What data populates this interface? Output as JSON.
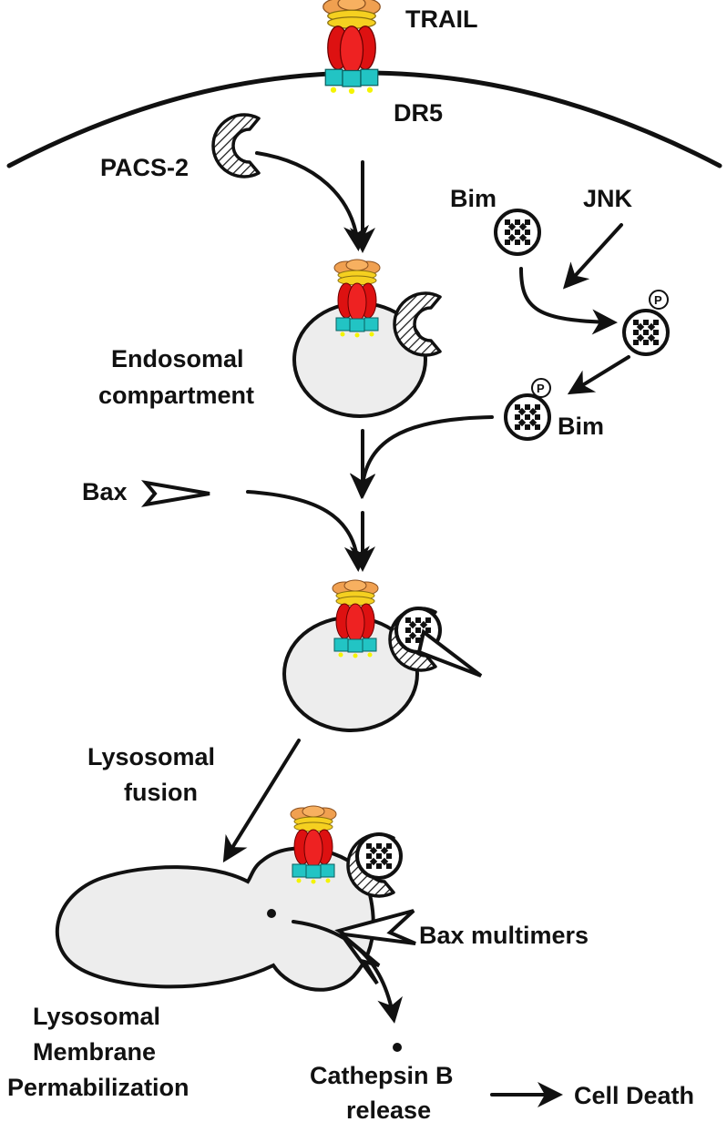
{
  "labels": {
    "trail": "TRAIL",
    "dr5": "DR5",
    "pacs2": "PACS-2",
    "bim_top": "Bim",
    "jnk": "JNK",
    "endosomal_line1": "Endosomal",
    "endosomal_line2": "compartment",
    "bim_phospho": "Bim",
    "bax": "Bax",
    "lysosomal_fusion_line1": "Lysosomal",
    "lysosomal_fusion_line2": "fusion",
    "bax_multimers": "Bax multimers",
    "lmp_line1": "Lysosomal",
    "lmp_line2": "Membrane",
    "lmp_line3": "Permabilization",
    "cathepsin_line1": "Cathepsin B",
    "cathepsin_line2": "release",
    "cell_death": "Cell Death",
    "phospho_mark": "P"
  },
  "colors": {
    "trail_orange": "#f0a050",
    "trail_yellow": "#f5d020",
    "dr5_red": "#dd1111",
    "dr5_teal": "#22c4c4",
    "dr5_yellow_tip": "#f4f400",
    "vesicle_fill": "#ededed"
  },
  "icons": {
    "receptor_complex": "trail-dr5-complex-icon",
    "pacs2": "crescent-hatched-icon",
    "bim": "dotted-ball-icon",
    "bax": "chevron-icon"
  }
}
